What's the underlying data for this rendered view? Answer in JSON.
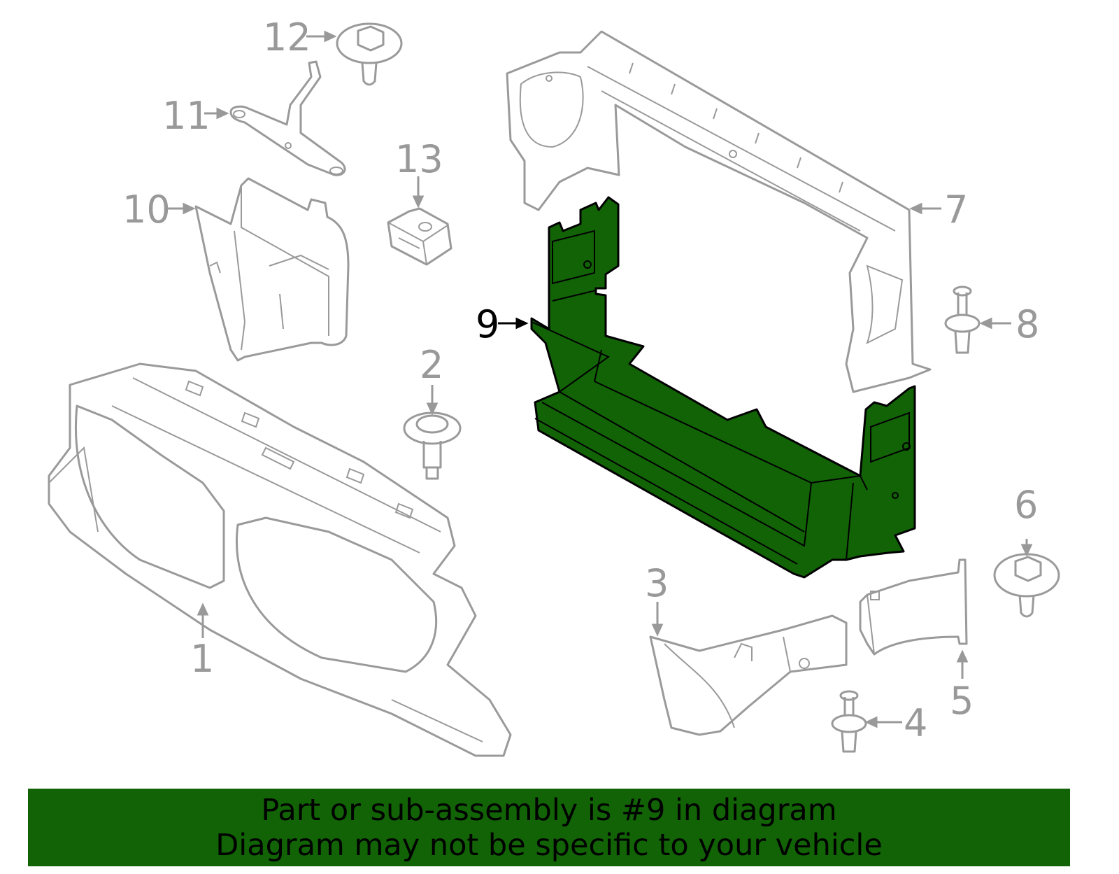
{
  "diagram": {
    "highlighted_part": "9",
    "highlight_color": "#116306",
    "outline_color": "#9a9a9a",
    "callouts": [
      {
        "id": "1",
        "label": "1"
      },
      {
        "id": "2",
        "label": "2"
      },
      {
        "id": "3",
        "label": "3"
      },
      {
        "id": "4",
        "label": "4"
      },
      {
        "id": "5",
        "label": "5"
      },
      {
        "id": "6",
        "label": "6"
      },
      {
        "id": "7",
        "label": "7"
      },
      {
        "id": "8",
        "label": "8"
      },
      {
        "id": "9",
        "label": "9"
      },
      {
        "id": "10",
        "label": "10"
      },
      {
        "id": "11",
        "label": "11"
      },
      {
        "id": "12",
        "label": "12"
      },
      {
        "id": "13",
        "label": "13"
      }
    ]
  },
  "banner": {
    "line1": "Part or sub-assembly is #9 in diagram",
    "line2": "Diagram may not be specific to your vehicle"
  }
}
